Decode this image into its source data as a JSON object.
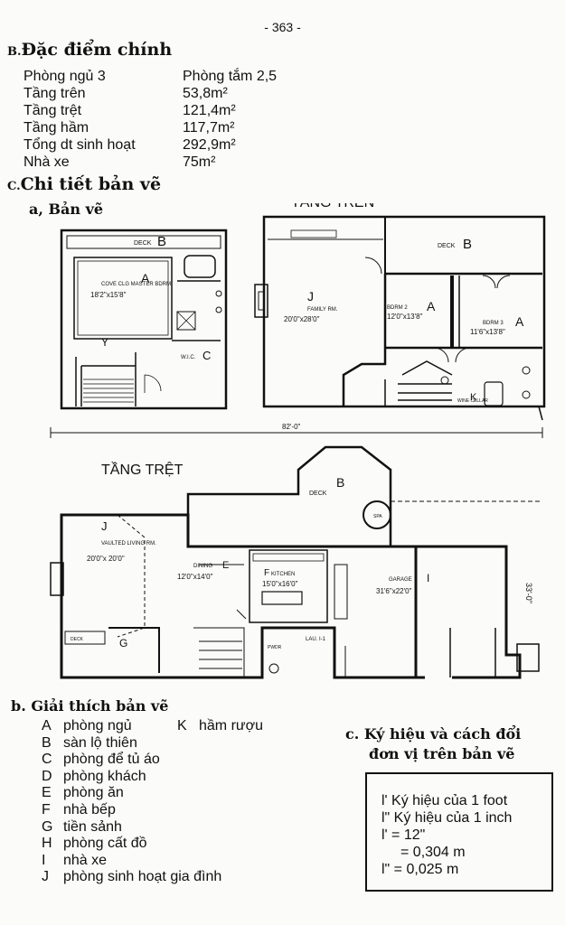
{
  "page_number": "- 363 -",
  "section_b": {
    "marker": "B.",
    "title": "Đặc điểm chính"
  },
  "specs": [
    {
      "label": "Phòng ngủ 3",
      "value": "Phòng tắm 2,5"
    },
    {
      "label": "Tầng trên",
      "value": "53,8m²"
    },
    {
      "label": "Tầng trệt",
      "value": "121,4m²"
    },
    {
      "label": "Tầng hầm",
      "value": "117,7m²"
    },
    {
      "label": "Tổng dt sinh hoạt",
      "value": "292,9m²"
    },
    {
      "label": "Nhà xe",
      "value": "75m²"
    }
  ],
  "section_c": {
    "marker": "C.",
    "title": "Chi tiết bản vẽ"
  },
  "subsection_a": "a, Bản vẽ",
  "plan": {
    "upper_floor_title": "TẦNG TRÊN",
    "ground_floor_title": "TẦNG TRỆT",
    "dim_top": "82'-0\"",
    "dim_side": "33'-0\"",
    "rooms": {
      "deck_b1": "DECK",
      "deck_b1_letter": "B",
      "master_label": "COVE CLG MASTER BDRM.",
      "master_size": "18'2\"x15'8\"",
      "master_letter": "A",
      "wic": "W.I.C.",
      "wic_letter": "C",
      "foyer_letter": "Y",
      "deck_b2": "DECK",
      "deck_b2_letter": "B",
      "family_label": "FAMILY RM.",
      "family_size": "20'0\"x28'0\"",
      "family_letter": "J",
      "bdrm2_label": "BDRM 2",
      "bdrm2_size": "12'0\"x13'8\"",
      "bdrm2_letter": "A",
      "bdrm3_label": "BDRM 3",
      "bdrm3_size": "11'6\"x13'8\"",
      "bdrm3_letter": "A",
      "wine_cellar": "WINE CELLAR",
      "wine_letter": "K",
      "deck_b3": "DECK",
      "deck_b3_letter": "B",
      "spa": "SPA",
      "living_label": "VAULTED LIVING RM.",
      "living_size": "20'0\"x 20'0\"",
      "living_letter": "J",
      "dining_label": "DINING",
      "dining_size": "12'0\"x14'0\"",
      "dining_letter": "E",
      "kitchen_label": "KITCHEN",
      "kitchen_size": "15'0\"x16'0\"",
      "kitchen_letter": "F",
      "garage_label": "GARAGE",
      "garage_size": "31'6\"x22'0\"",
      "garage_letter": "I",
      "foyer_letter2": "G",
      "laundry": "LAU. I-1",
      "pantry": "PWDR",
      "porch": "DECK"
    }
  },
  "legend_title": "b. Giải thích bản vẽ",
  "legend": [
    {
      "key": "A",
      "text": "phòng ngủ"
    },
    {
      "key": "B",
      "text": "sàn lộ thiên"
    },
    {
      "key": "C",
      "text": "phòng để tủ áo"
    },
    {
      "key": "D",
      "text": "phòng khách"
    },
    {
      "key": "E",
      "text": "phòng ăn"
    },
    {
      "key": "F",
      "text": "nhà bếp"
    },
    {
      "key": "G",
      "text": "tiền sảnh"
    },
    {
      "key": "H",
      "text": "phòng cất đồ"
    },
    {
      "key": "I",
      "text": "nhà xe"
    },
    {
      "key": "J",
      "text": "phòng sinh hoạt gia đình"
    }
  ],
  "legend_extra": {
    "key": "K",
    "text": "hầm rượu"
  },
  "symbols_title_1": "c. Ký hiệu và cách đổi",
  "symbols_title_2": "đơn vị trên bản vẽ",
  "symbols": [
    "l' Ký hiệu của 1 foot",
    "l\" Ký hiệu của 1 inch",
    "l' = 12\"",
    "= 0,304 m",
    "l\" = 0,025 m"
  ]
}
